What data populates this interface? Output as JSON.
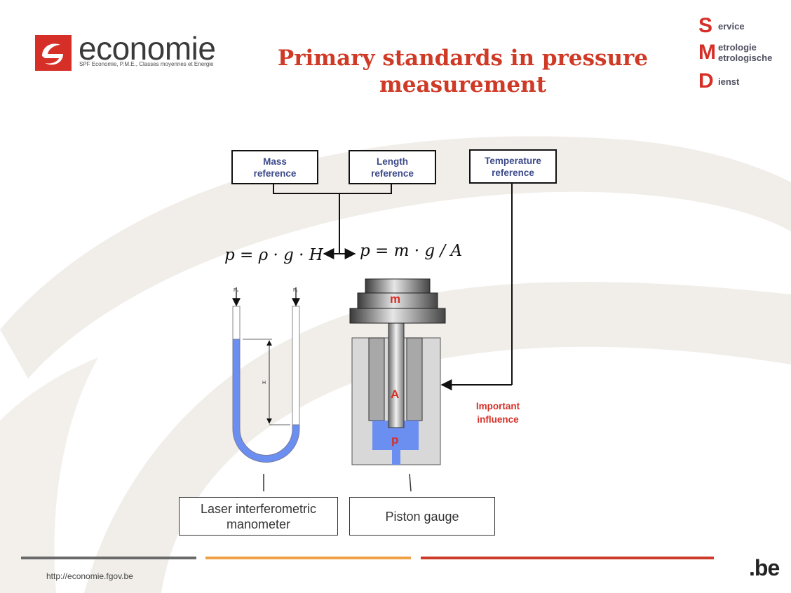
{
  "header": {
    "logo_word": "economie",
    "logo_subtitle": "SPF Economie, P.M.E., Classes moyennes et Energie",
    "title": "Primary standards in pressure measurement",
    "smd": [
      {
        "letter": "S",
        "text": "ervice"
      },
      {
        "letter": "M",
        "text": "etrologie\netrologische"
      },
      {
        "letter": "D",
        "text": "ienst"
      }
    ]
  },
  "references": {
    "mass": "Mass\nreference",
    "length": "Length\nreference",
    "temperature": "Temperature\nreference"
  },
  "formulas": {
    "manometer": "p = ρ · g · H",
    "piston": "p = m · g / A"
  },
  "diagram_labels": {
    "p0": "P₀",
    "p1": "P₁",
    "height": "H",
    "mass": "m",
    "area": "A",
    "pressure": "p",
    "influence": "Important\ninfluence"
  },
  "boxes": {
    "manometer": "Laser interferometric manometer",
    "piston": "Piston gauge"
  },
  "footer": {
    "url": "http://economie.fgov.be",
    "country": ".be"
  },
  "colors": {
    "brand_red": "#d62f27",
    "title_red": "#cf3a26",
    "ref_blue": "#3c4a8a",
    "fluid_blue": "#6b8ff0",
    "footer_gray": "#6a6a6a",
    "footer_orange": "#f0a046",
    "footer_red": "#cc3b29"
  }
}
